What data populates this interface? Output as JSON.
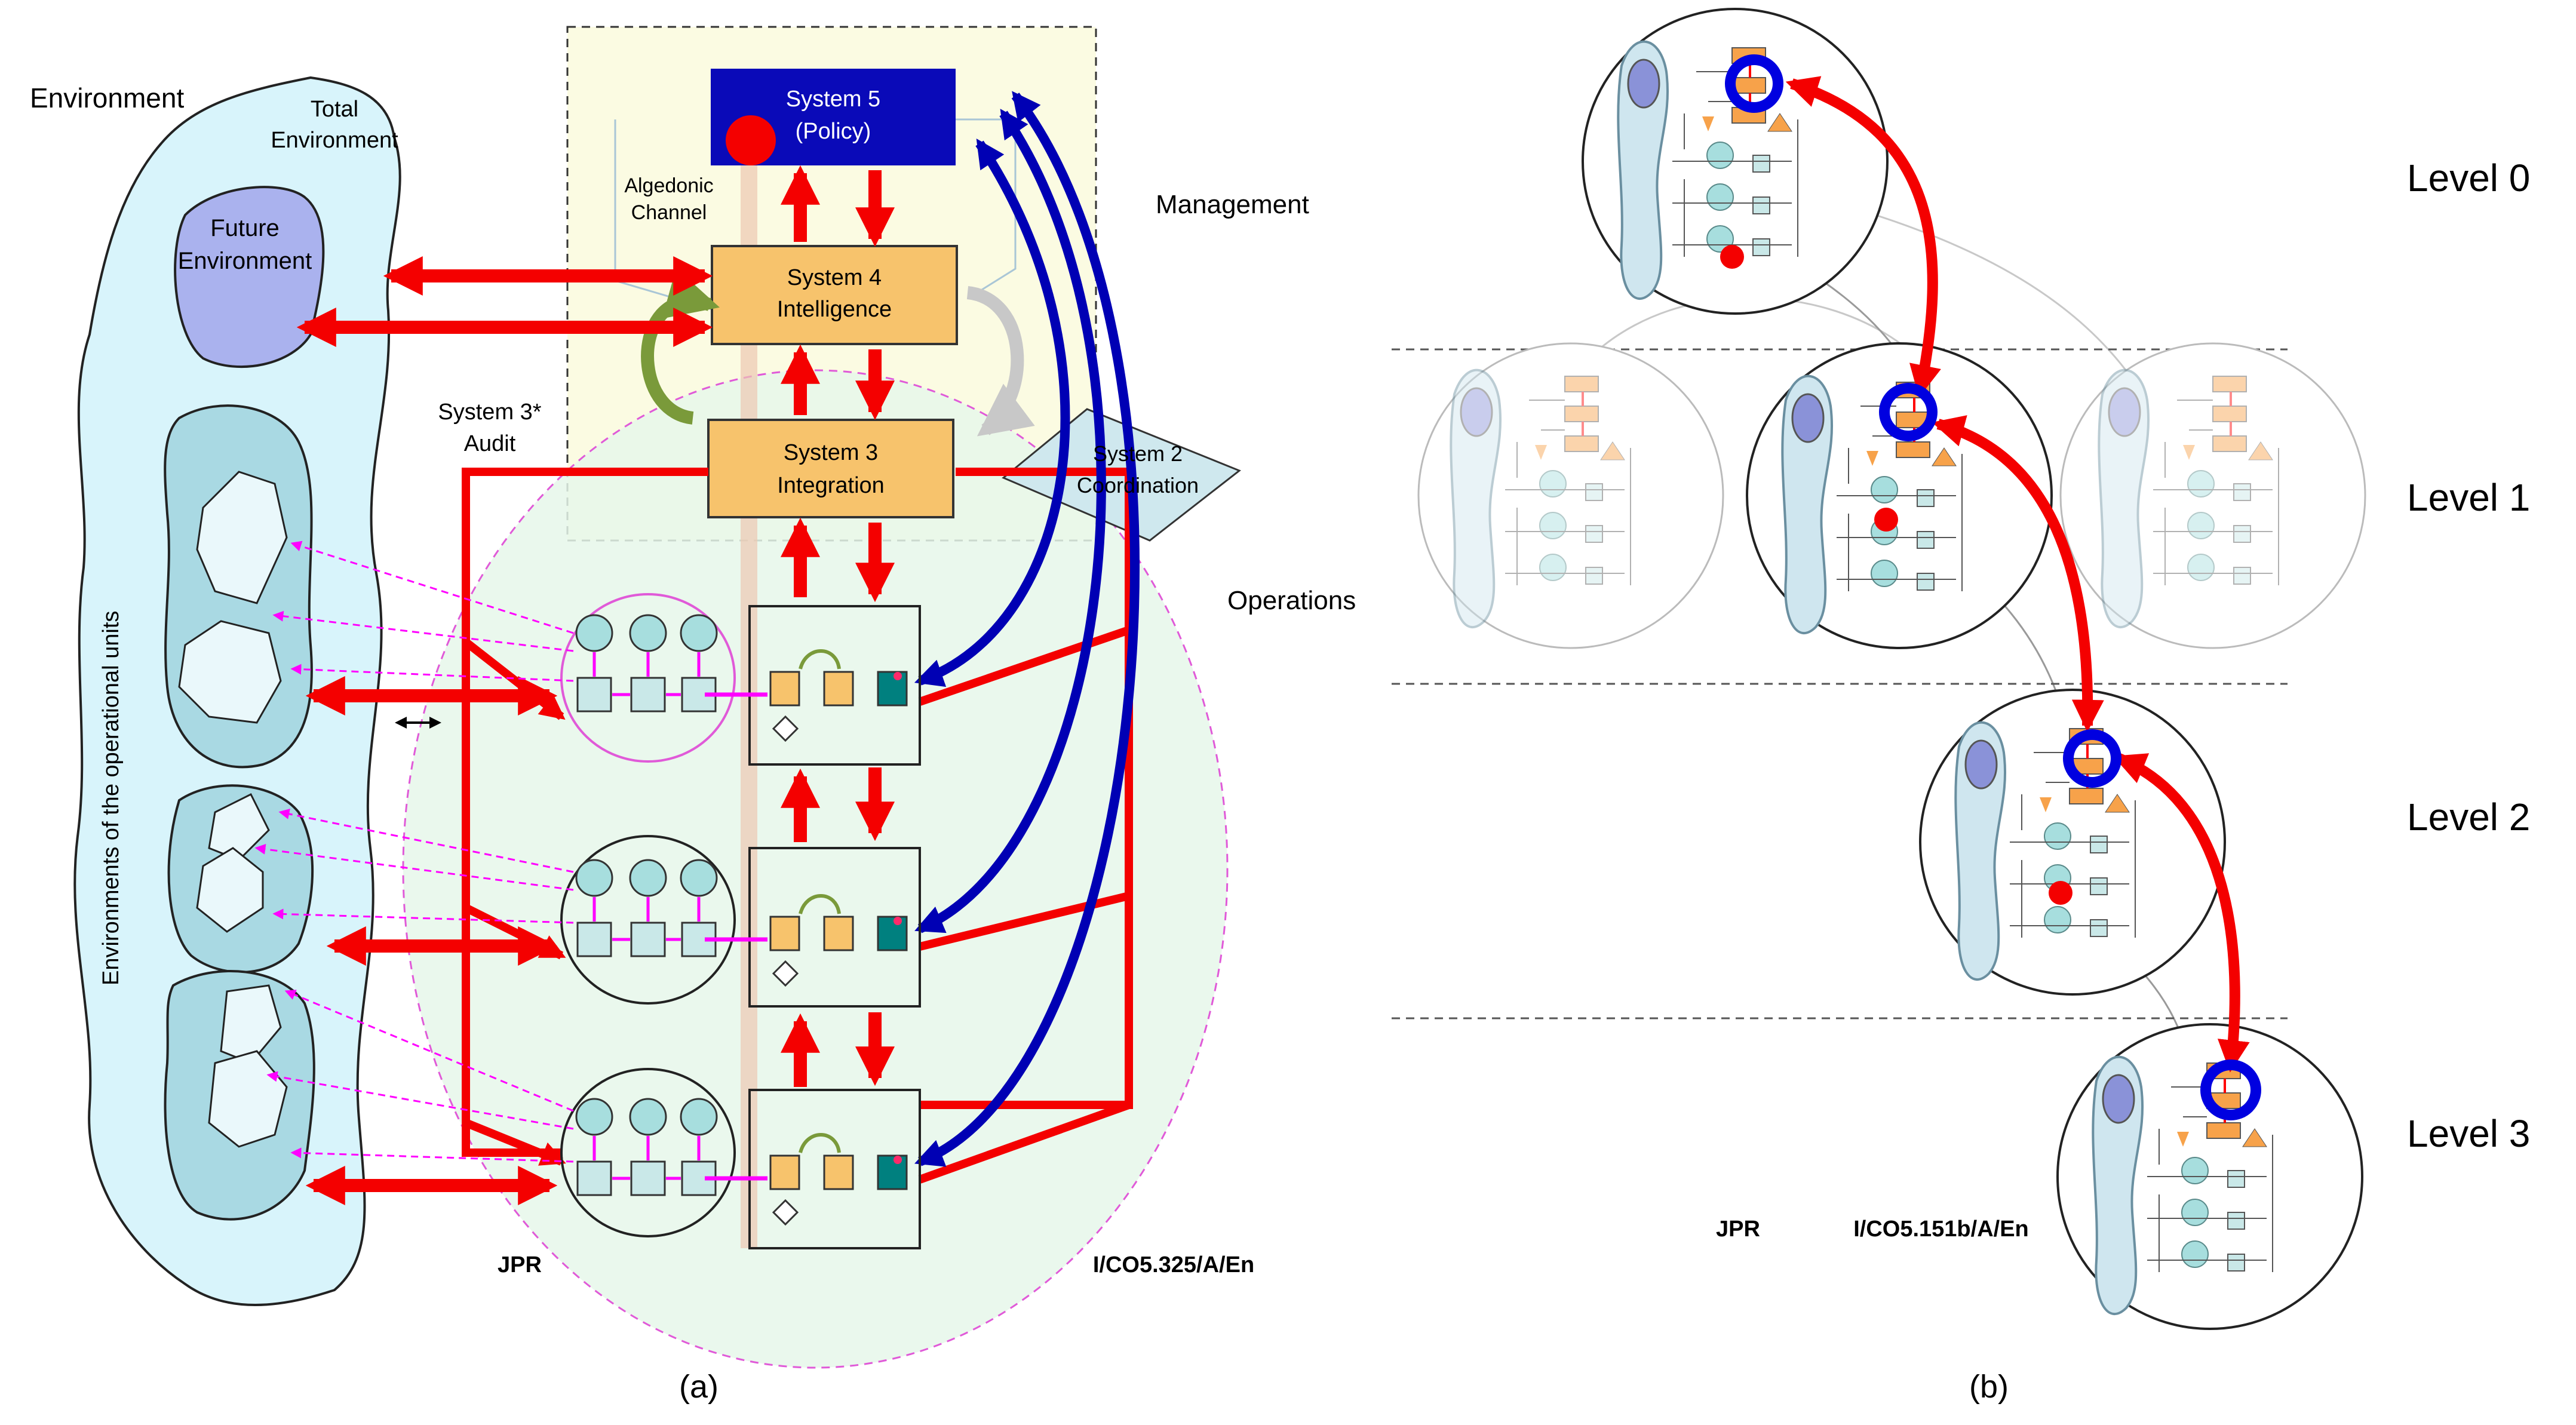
{
  "panel_a": {
    "environment": "Environment",
    "total_environment": [
      "Total",
      "Environment"
    ],
    "future_environment": [
      "Future",
      "Environment"
    ],
    "operational_envs": "Environments of the operational units",
    "system5": [
      "System 5",
      "(Policy)"
    ],
    "system4": [
      "System 4",
      "Intelligence"
    ],
    "system3": [
      "System 3",
      "Integration"
    ],
    "system2": [
      "System 2",
      "Coordination"
    ],
    "system3_audit": [
      "System 3*",
      "Audit"
    ],
    "algedonic": [
      "Algedonic",
      "Channel"
    ],
    "management": "Management",
    "operations": "Operations",
    "author": "JPR",
    "code": "I/CO5.325/A/En",
    "caption": "(a)"
  },
  "panel_b": {
    "levels": [
      "Level 0",
      "Level 1",
      "Level 2",
      "Level 3"
    ],
    "author": "JPR",
    "code": "I/CO5.151b/A/En",
    "caption": "(b)"
  },
  "colors": {
    "red": "#f40000",
    "blue": "#0000b4",
    "orange": "#f7c36c",
    "navy": "#0a0ab8",
    "magenta": "#ff00ff",
    "teal": "#00807f"
  }
}
